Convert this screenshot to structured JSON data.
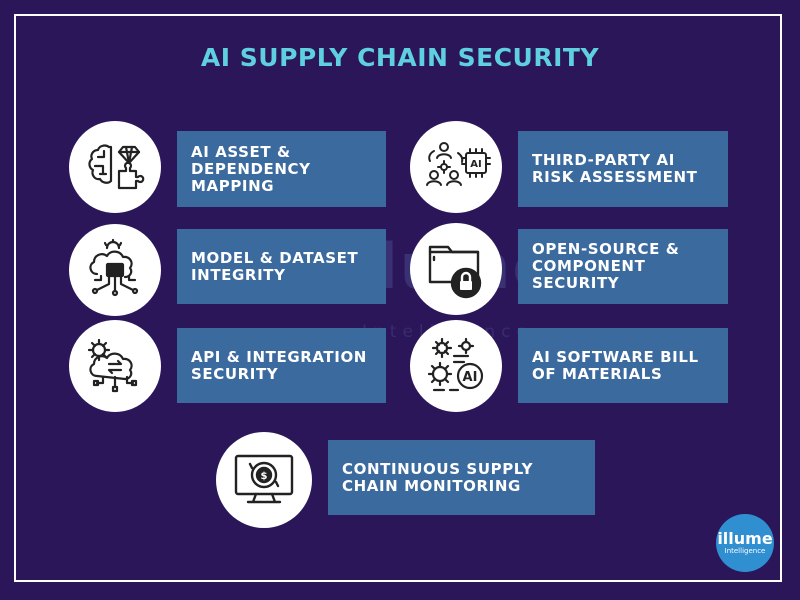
{
  "title": "AI SUPPLY CHAIN SECURITY",
  "watermark": {
    "main": "illume",
    "sub": "Intelligence"
  },
  "items": [
    {
      "label": "AI ASSET &\nDEPENDENCY\nMAPPING",
      "icon": "brain-gem-puzzle-icon"
    },
    {
      "label": "THIRD-PARTY AI\nRISK ASSESSMENT",
      "icon": "people-ai-chip-icon"
    },
    {
      "label": "MODEL & DATASET\nINTEGRITY",
      "icon": "cloud-circuit-icon"
    },
    {
      "label": "OPEN-SOURCE &\nCOMPONENT\nSECURITY",
      "icon": "folder-lock-icon"
    },
    {
      "label": "API & INTEGRATION\nSECURITY",
      "icon": "cloud-gear-sync-icon"
    },
    {
      "label": "AI SOFTWARE BILL\nOF MATERIALS",
      "icon": "gears-ai-icon"
    },
    {
      "label": "CONTINUOUS SUPPLY\nCHAIN MONITORING",
      "icon": "monitor-dollar-cycle-icon"
    }
  ],
  "logo": {
    "line1": "illume",
    "line2": "Intelligence"
  },
  "colors": {
    "background": "#2a1658",
    "title": "#5fd0e0",
    "box": "#3b6a9e",
    "logo": "#2f8fd0"
  }
}
